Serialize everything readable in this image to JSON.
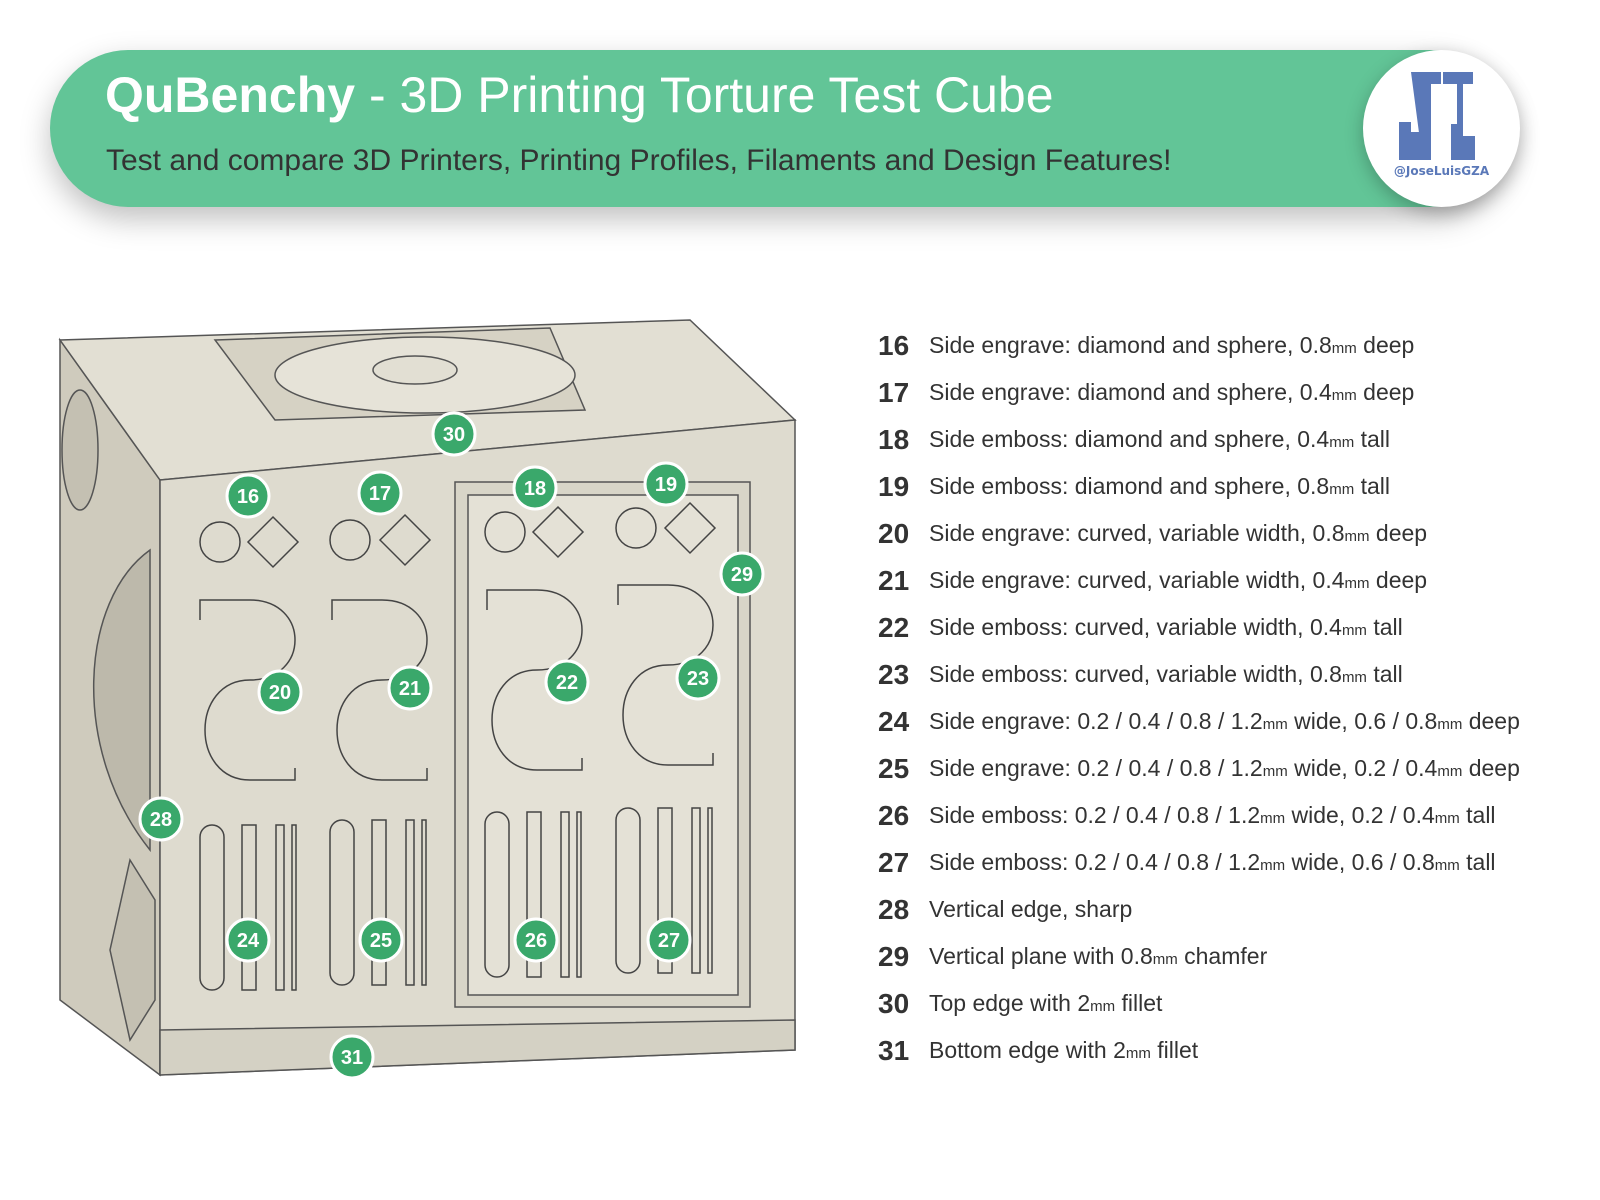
{
  "header": {
    "title_bold": "QuBenchy",
    "title_rest": " - 3D Printing Torture Test Cube",
    "subtitle": "Test and compare 3D Printers, Printing Profiles, Filaments and Design Features!",
    "logo_handle": "@JoseLuisGZA"
  },
  "colors": {
    "banner": "#62c597",
    "badge": "#3aa86b",
    "logo": "#5a78b8"
  },
  "badges": [
    "16",
    "17",
    "18",
    "19",
    "20",
    "21",
    "22",
    "23",
    "24",
    "25",
    "26",
    "27",
    "28",
    "29",
    "30",
    "31"
  ],
  "legend": [
    {
      "num": "16",
      "parts": [
        {
          "t": "Side engrave: diamond and sphere, 0.8"
        },
        {
          "t": "mm",
          "s": 1
        },
        {
          "t": " deep"
        }
      ]
    },
    {
      "num": "17",
      "parts": [
        {
          "t": "Side engrave: diamond and sphere, 0.4"
        },
        {
          "t": "mm",
          "s": 1
        },
        {
          "t": " deep"
        }
      ]
    },
    {
      "num": "18",
      "parts": [
        {
          "t": "Side emboss: diamond and sphere, 0.4"
        },
        {
          "t": "mm",
          "s": 1
        },
        {
          "t": " tall"
        }
      ]
    },
    {
      "num": "19",
      "parts": [
        {
          "t": "Side emboss: diamond and sphere, 0.8"
        },
        {
          "t": "mm",
          "s": 1
        },
        {
          "t": " tall"
        }
      ]
    },
    {
      "num": "20",
      "parts": [
        {
          "t": "Side engrave: curved, variable width, 0.8"
        },
        {
          "t": "mm",
          "s": 1
        },
        {
          "t": " deep"
        }
      ]
    },
    {
      "num": "21",
      "parts": [
        {
          "t": "Side engrave: curved, variable width, 0.4"
        },
        {
          "t": "mm",
          "s": 1
        },
        {
          "t": " deep"
        }
      ]
    },
    {
      "num": "22",
      "parts": [
        {
          "t": "Side emboss: curved, variable width, 0.4"
        },
        {
          "t": "mm",
          "s": 1
        },
        {
          "t": " tall"
        }
      ]
    },
    {
      "num": "23",
      "parts": [
        {
          "t": "Side emboss: curved, variable width, 0.8"
        },
        {
          "t": "mm",
          "s": 1
        },
        {
          "t": " tall"
        }
      ]
    },
    {
      "num": "24",
      "parts": [
        {
          "t": "Side engrave: 0.2 / 0.4 / 0.8 / 1.2"
        },
        {
          "t": "mm",
          "s": 1
        },
        {
          "t": " wide, 0.6 / 0.8"
        },
        {
          "t": "mm",
          "s": 1
        },
        {
          "t": " deep"
        }
      ]
    },
    {
      "num": "25",
      "parts": [
        {
          "t": "Side engrave: 0.2 / 0.4 / 0.8 / 1.2"
        },
        {
          "t": "mm",
          "s": 1
        },
        {
          "t": " wide, 0.2 / 0.4"
        },
        {
          "t": "mm",
          "s": 1
        },
        {
          "t": " deep"
        }
      ]
    },
    {
      "num": "26",
      "parts": [
        {
          "t": "Side emboss: 0.2 / 0.4 / 0.8 / 1.2"
        },
        {
          "t": "mm",
          "s": 1
        },
        {
          "t": " wide, 0.2 / 0.4"
        },
        {
          "t": "mm",
          "s": 1
        },
        {
          "t": " tall"
        }
      ]
    },
    {
      "num": "27",
      "parts": [
        {
          "t": "Side emboss: 0.2 / 0.4 / 0.8 / 1.2"
        },
        {
          "t": "mm",
          "s": 1
        },
        {
          "t": " wide, 0.6 / 0.8"
        },
        {
          "t": "mm",
          "s": 1
        },
        {
          "t": " tall"
        }
      ]
    },
    {
      "num": "28",
      "parts": [
        {
          "t": "Vertical edge, sharp"
        }
      ]
    },
    {
      "num": "29",
      "parts": [
        {
          "t": "Vertical plane with 0.8"
        },
        {
          "t": "mm",
          "s": 1
        },
        {
          "t": " chamfer"
        }
      ]
    },
    {
      "num": "30",
      "parts": [
        {
          "t": "Top edge with 2"
        },
        {
          "t": "mm",
          "s": 1
        },
        {
          "t": " fillet"
        }
      ]
    },
    {
      "num": "31",
      "parts": [
        {
          "t": "Bottom edge with 2"
        },
        {
          "t": "mm",
          "s": 1
        },
        {
          "t": " fillet"
        }
      ]
    }
  ]
}
